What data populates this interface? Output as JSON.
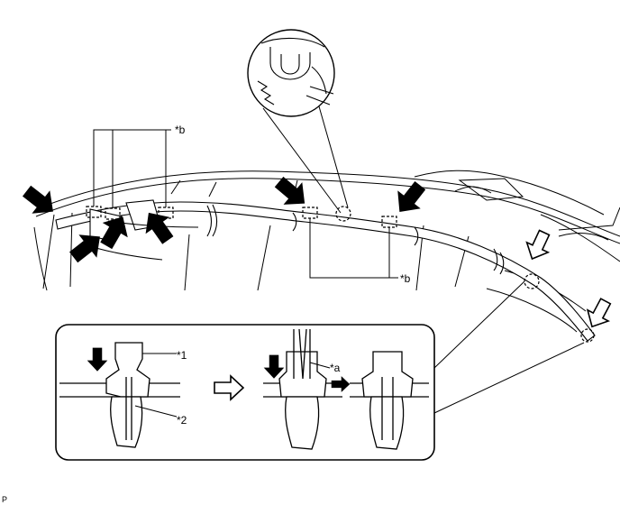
{
  "callouts": {
    "b_top": "*b",
    "b_right": "*b",
    "a": "*a",
    "one": "*1",
    "two": "*2"
  },
  "figure_code": "P",
  "colors": {
    "line": "#000000",
    "background": "#ffffff"
  },
  "icons": [
    "push-arrow-icon",
    "hollow-push-arrow-icon",
    "step-arrow-icon",
    "press-down-arrow-icon",
    "move-right-arrow-icon",
    "clip-icon"
  ]
}
